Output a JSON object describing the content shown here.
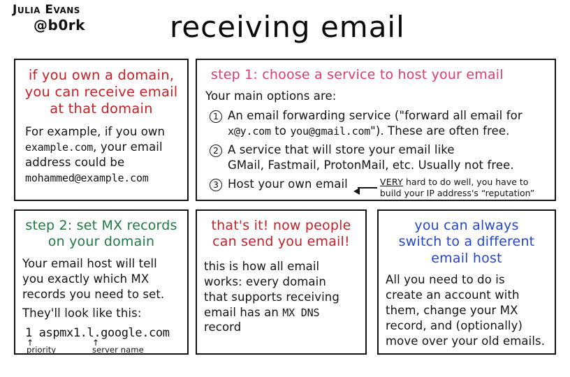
{
  "byline": {
    "author": "Julia Evans",
    "handle": "@b0rk"
  },
  "title": "receiving email",
  "colors": {
    "red": "#c42127",
    "pink": "#e03a6d",
    "green": "#1d7a42",
    "blue": "#2346cf",
    "ink": "#141414",
    "background": "#ffffff"
  },
  "panels": {
    "domain": {
      "heading": "if you own a domain, you can receive email at that domain",
      "heading_lines": [
        "if you own a domain,",
        "you can receive email",
        "at that domain"
      ],
      "body_line_1": "For example, if you own",
      "body_domain": "example.com",
      "body_line_2": ", your email",
      "body_line_3": "address could be",
      "body_email": "mohammed@example.com"
    },
    "step1": {
      "heading": "step 1: choose a service to host your email",
      "intro": "Your main options are:",
      "items": [
        {
          "number": "1",
          "text_a": "An email forwarding service (\"forward all email for",
          "mono_a": "x@y.com",
          "text_b": "to",
          "mono_b": "you@gmail.com",
          "text_c": "\"). These are often free."
        },
        {
          "number": "2",
          "text_a": "A service that will store your email like",
          "text_b": "GMail, Fastmail, ProtonMail, etc. Usually not free."
        },
        {
          "number": "3",
          "text_a": "Host your own email"
        }
      ],
      "annotation": {
        "emphasis": "VERY",
        "line_1_rest": " hard to do well, you have to",
        "line_2": "build your IP address's “reputation”"
      }
    },
    "step2": {
      "heading": "step 2: set MX records on your domain",
      "heading_lines": [
        "step 2: set MX records",
        "on your domain"
      ],
      "body_line_1": "Your email host will tell",
      "body_line_2": "you exactly which MX",
      "body_line_3": "records you need to set.",
      "body_line_4": "They'll look like this:",
      "record": "1  aspmx1.l.google.com",
      "label_priority": "priority",
      "label_server": "server name",
      "arrow_glyph": "↑"
    },
    "done": {
      "heading": "that's it! now people can send you email!",
      "heading_lines": [
        "that's it! now people",
        "can send you email!"
      ],
      "body_line_1": "this is how all email",
      "body_line_2": "works: every domain",
      "body_line_3": "that supports receiving",
      "body_line_4_a": "email has an",
      "body_line_4_mono": "MX DNS",
      "body_line_5": "record"
    },
    "switch": {
      "heading": "you can always switch to a different email host",
      "heading_lines": [
        "you can always",
        "switch to a different",
        "email host"
      ],
      "body_line_1": "All you need to do is",
      "body_line_2": "create an account with",
      "body_line_3": "them, change your MX",
      "body_line_4": "record, and (optionally)",
      "body_line_5": "move over your old emails."
    }
  }
}
